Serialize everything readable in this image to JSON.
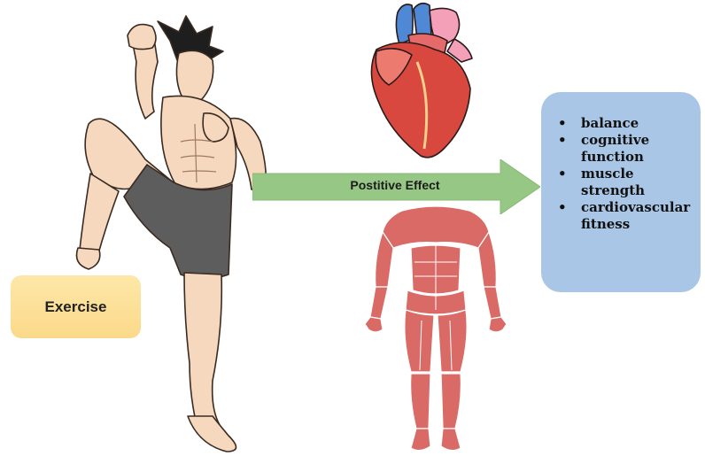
{
  "exercise_label": "Exercise",
  "arrow_label": "Postitive Effect",
  "effects": [
    "balance",
    "cognitive function",
    "muscle strength",
    "cardiovascular fitness"
  ],
  "icons": [
    "fighter-figure-icon",
    "heart-icon",
    "muscular-system-icon"
  ],
  "colors": {
    "exercise_box": "#fbd98a",
    "arrow": "#96c785",
    "effects_box": "#a9c6e6",
    "heart": "#d9483e",
    "muscle": "#d96a66"
  }
}
